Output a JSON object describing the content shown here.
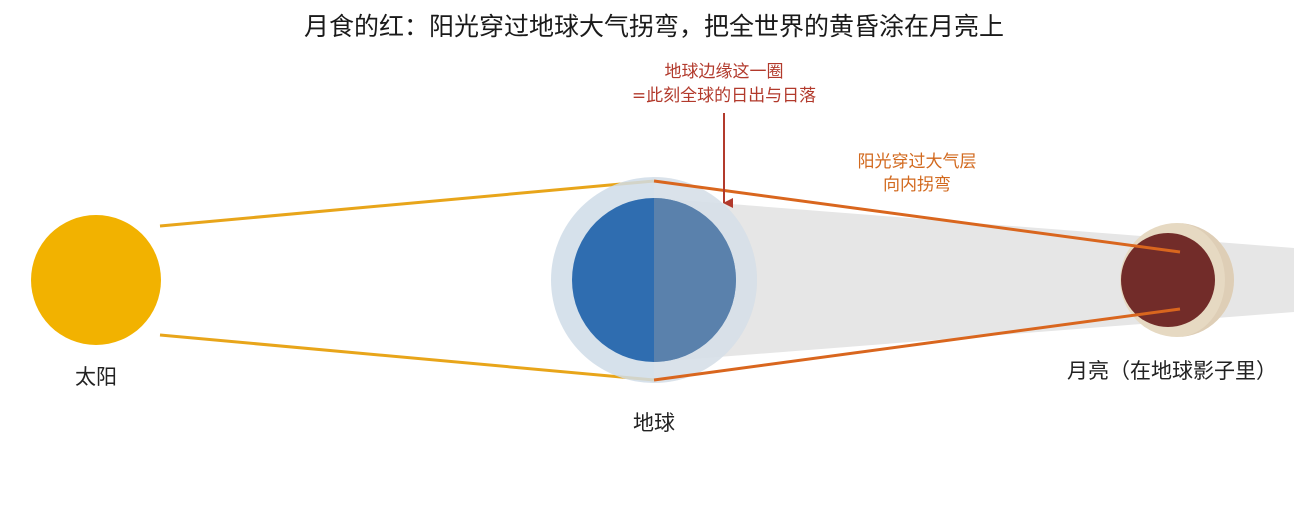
{
  "title": "月食的红：阳光穿过地球大气拐弯，把全世界的黄昏涂在月亮上",
  "labels": {
    "sun": "太阳",
    "earth": "地球",
    "moon": "月亮（在地球影子里）"
  },
  "annotations": {
    "rim_line1": "地球边缘这一圈",
    "rim_line2": "=此刻全球的日出与日落",
    "refraction_line1": "阳光穿过大气层",
    "refraction_line2": "向内拐弯"
  },
  "colors": {
    "sun": "#f2b200",
    "sun_rays": "#e8a51a",
    "earth": "#2f6db0",
    "earth_night": "#2b5f98",
    "atmosphere": "#cfdce8",
    "shadow": "#e6e6e6",
    "moon": "#722c29",
    "moon_lit": "#e6d9c2",
    "refracted_rays": "#d9661e",
    "annotation_red": "#b23a2c",
    "annotation_orange": "#d2691e"
  }
}
